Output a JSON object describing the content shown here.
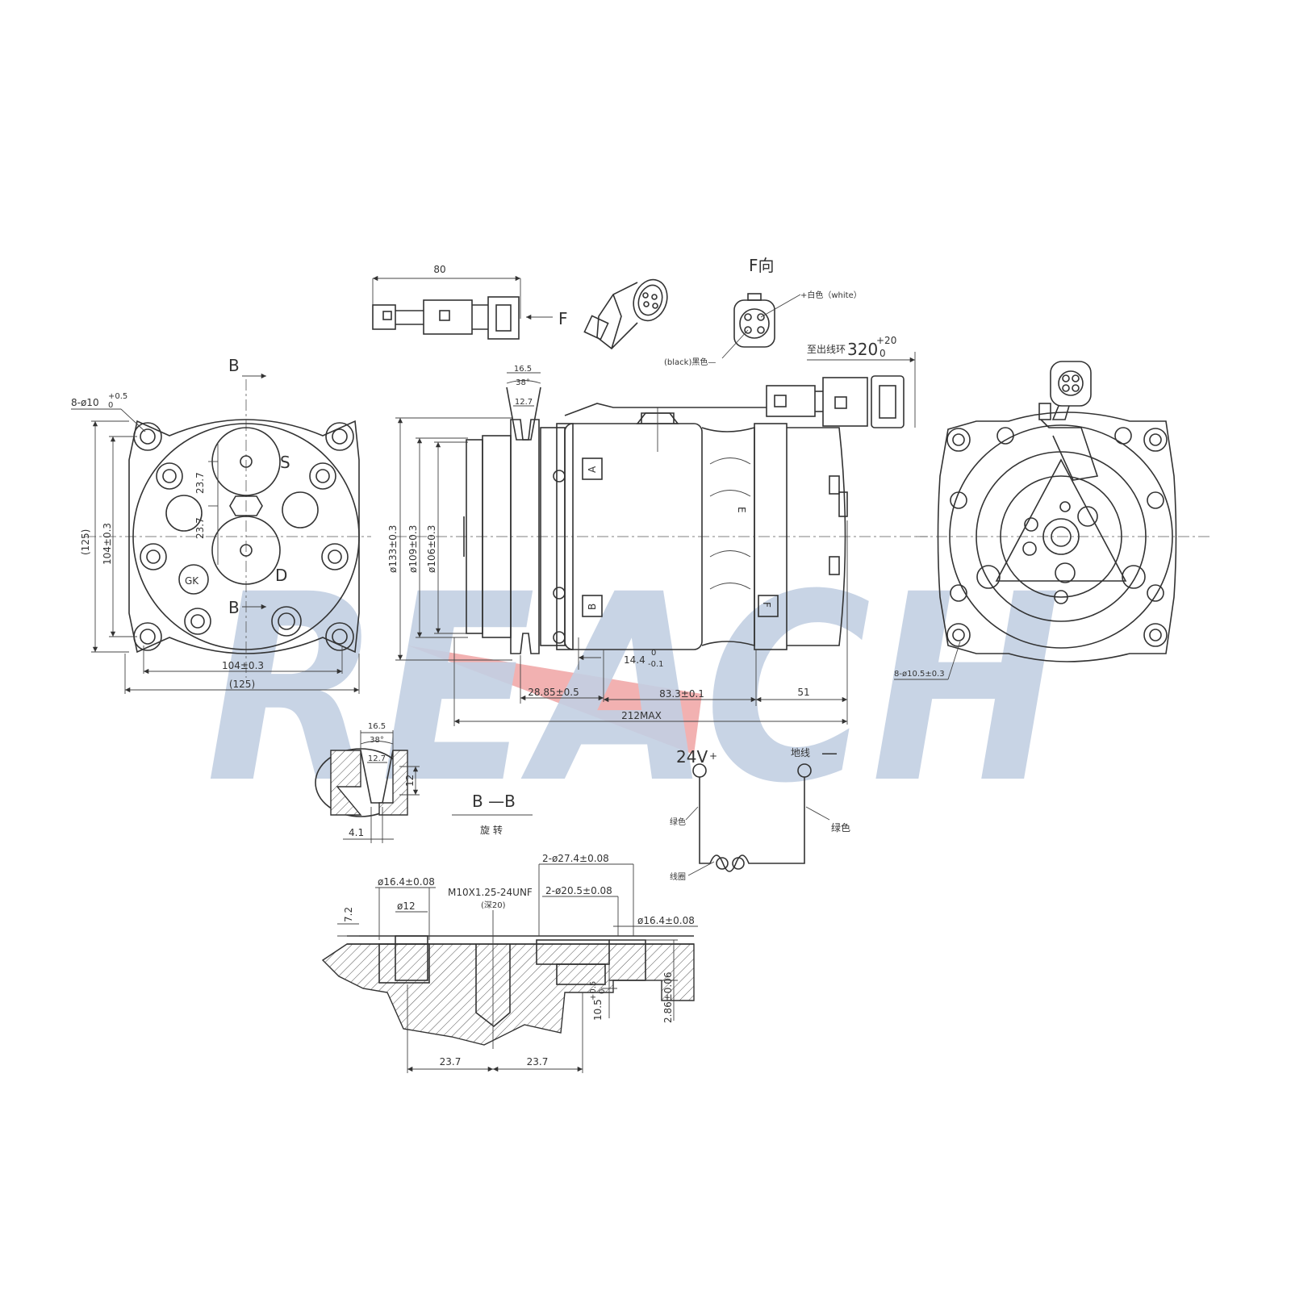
{
  "watermark": "REACH",
  "colors": {
    "watermark_blue": "#c3d0e3",
    "watermark_red": "#f0a3a3",
    "line": "#333333"
  },
  "connector": {
    "length": "80",
    "view_arrow": "F",
    "view_title": "F向",
    "white_wire": "+白色（white）",
    "black_wire": "(black)黑色—",
    "cable_length_prefix": "至出线环",
    "cable_length": "320",
    "cable_tol_upper": "+20",
    "cable_tol_lower": "0"
  },
  "front_view": {
    "section_mark_top": "B",
    "section_mark_bottom": "B",
    "holes": "8-ø10",
    "holes_tol_upper": "+0.5",
    "holes_tol_lower": "0",
    "dim_23_7": "23.7",
    "dim_23_7b": "23.7",
    "port_s": "S",
    "port_d": "D",
    "port_gk": "GK",
    "height_outer": "(125)",
    "height_inner": "104±0.3",
    "width_inner": "104±0.3",
    "width_outer": "(125)"
  },
  "side_view": {
    "groove_width": "16.5",
    "groove_angle": "38°",
    "groove_bottom": "12.7",
    "dia_133": "ø133±0.3",
    "dia_109": "ø109±0.3",
    "dia_106": "ø106±0.3",
    "label_a": "A",
    "label_b": "B",
    "label_e": "E",
    "label_f": "F",
    "dim_14_4": "14.4",
    "dim_14_4_upper": "0",
    "dim_14_4_lower": "-0.1",
    "dim_28_85": "28.85±0.5",
    "dim_83_3": "83.3±0.1",
    "dim_51": "51",
    "dim_212": "212MAX"
  },
  "rear_view": {
    "holes": "8-ø10.5±0.3"
  },
  "section_bb": {
    "groove_width": "16.5",
    "groove_angle": "38°",
    "groove_bottom": "12.7",
    "depth": "12",
    "offset": "4.1",
    "title": "B —B",
    "subtitle": "旋 转"
  },
  "wiring": {
    "positive": "24V",
    "positive_sign": "+",
    "ground": "地线",
    "ground_sign": "—",
    "left_wire": "绿色",
    "right_wire": "绿色",
    "coil": "线圈"
  },
  "port_section": {
    "dia_16_4_left": "ø16.4±0.08",
    "dia_12": "ø12",
    "thread": "M10X1.25-24UNF",
    "thread_depth": "(深20)",
    "dia_27_4": "2-ø27.4±0.08",
    "dia_20_5": "2-ø20.5±0.08",
    "dia_16_4_right": "ø16.4±0.08",
    "dim_7_2": "7.2",
    "dim_10_5": "10.5",
    "dim_10_5_upper": "+0.5",
    "dim_10_5_lower": "0",
    "dim_2_86": "2.86±0.06",
    "dim_23_7_left": "23.7",
    "dim_23_7_right": "23.7"
  }
}
